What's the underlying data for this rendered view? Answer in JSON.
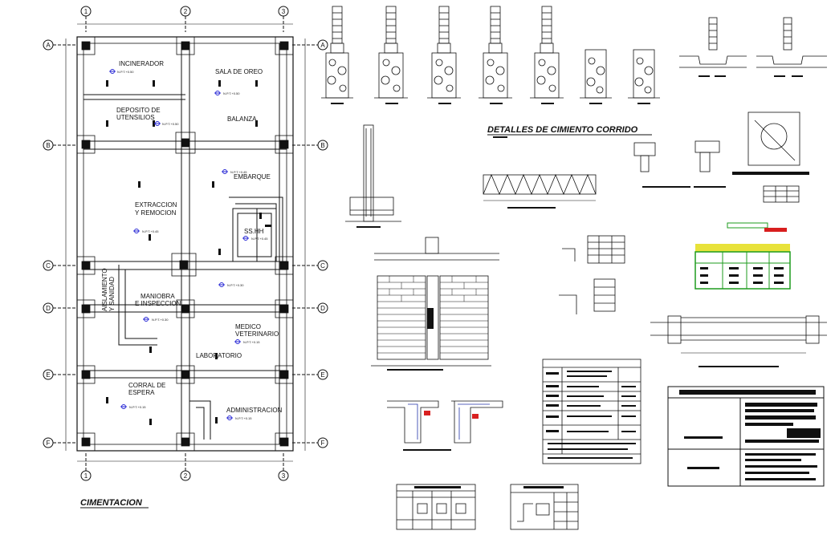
{
  "plan": {
    "title": "CIMENTACION",
    "axes_h": [
      "1",
      "2",
      "3"
    ],
    "axes_v": [
      "A",
      "B",
      "C",
      "D",
      "E",
      "F"
    ],
    "rooms": [
      {
        "id": "incinerador",
        "lines": [
          "INCINERADOR"
        ],
        "level": "N.P.T.+0.50"
      },
      {
        "id": "sala-oreo",
        "lines": [
          "SALA DE OREO"
        ],
        "level": "N.P.T.+0.50"
      },
      {
        "id": "deposito",
        "lines": [
          "DEPOSITO DE",
          "UTENSILIOS"
        ],
        "level": "N.P.T.+0.50"
      },
      {
        "id": "balanza",
        "lines": [
          "BALANZA"
        ],
        "level": ""
      },
      {
        "id": "embarque",
        "lines": [
          "EMBARQUE"
        ],
        "level": "N.P.T.+0.45"
      },
      {
        "id": "extraccion",
        "lines": [
          "EXTRACCION",
          "Y REMOCION"
        ],
        "level": "N.P.T.+0.45"
      },
      {
        "id": "sshh",
        "lines": [
          "SS.HH"
        ],
        "level": "N.P.T.+0.45"
      },
      {
        "id": "maniobra",
        "lines": [
          "MANIOBRA",
          "E INSPECCION"
        ],
        "level": "N.P.T.+0.30"
      },
      {
        "id": "medico",
        "lines": [
          "MEDICO",
          "VETERINARIO"
        ],
        "level": "N.P.T.+0.15"
      },
      {
        "id": "laboratorio",
        "lines": [
          "LABORATORIO"
        ],
        "level": ""
      },
      {
        "id": "corral",
        "lines": [
          "CORRAL DE",
          "ESPERA"
        ],
        "level": "N.P.T.+0.15"
      },
      {
        "id": "administracion",
        "lines": [
          "ADMINISTRACION"
        ],
        "level": "N.P.T.+0.15"
      }
    ],
    "vertical_label": [
      "AISLAMIENTO",
      "Y SANIDAD"
    ]
  },
  "details": {
    "title": "DETALLES DE CIMIENTO CORRIDO"
  },
  "colors": {
    "line": "#111111",
    "level_mark": "#2a2ad6",
    "green": "#1e9b1e",
    "yellow": "#e8e23a",
    "red": "#d81e1e",
    "rebar_red": "#d82020",
    "rebar_blue": "#2233aa"
  }
}
